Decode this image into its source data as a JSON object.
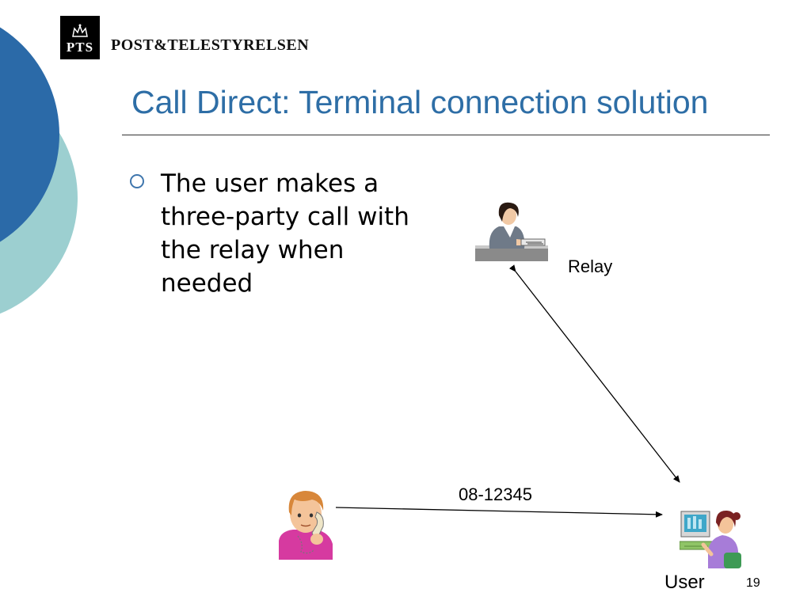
{
  "logo": {
    "initials": "PTS",
    "wordmark": "POST&TELESTYRELSEN"
  },
  "slide": {
    "title": "Call Direct: Terminal connection solution",
    "bullet": "The user makes a three-party call with the relay when needed",
    "page_number": "19"
  },
  "diagram": {
    "relay_label": "Relay",
    "user_label": "User",
    "number_label": "08-12345"
  },
  "colors": {
    "title": "#2e6ea6",
    "deco_dark": "#2b6aa8",
    "deco_light": "#9ccfd0"
  }
}
